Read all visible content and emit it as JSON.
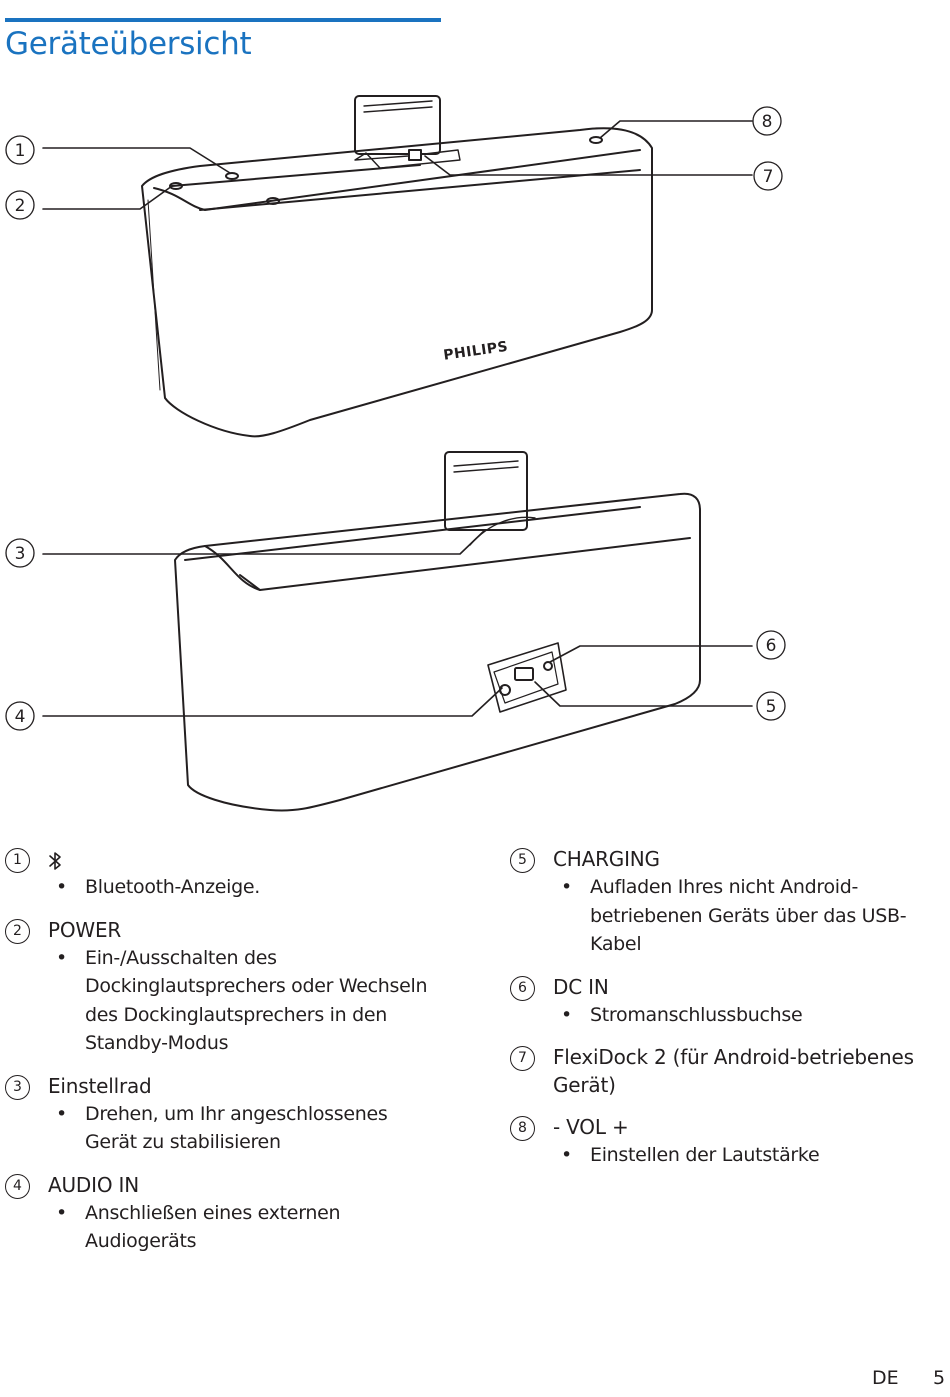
{
  "page": {
    "title": "Geräteübersicht",
    "brand": "PHILIPS",
    "footer_lang": "DE",
    "footer_page": "5"
  },
  "callouts": [
    "1",
    "2",
    "3",
    "4",
    "5",
    "6",
    "7",
    "8"
  ],
  "items": [
    {
      "num": "1",
      "title": "",
      "icon": "bluetooth-icon",
      "bullets": [
        "Bluetooth-Anzeige."
      ]
    },
    {
      "num": "2",
      "title": "POWER",
      "bullets": [
        "Ein-/Ausschalten des Dockinglautsprechers oder Wechseln des Dockinglautsprechers in den Standby-Modus"
      ]
    },
    {
      "num": "3",
      "title": "Einstellrad",
      "bullets": [
        "Drehen, um Ihr angeschlossenes Gerät zu stabilisieren"
      ]
    },
    {
      "num": "4",
      "title": "AUDIO IN",
      "bullets": [
        "Anschließen eines externen Audiogeräts"
      ]
    },
    {
      "num": "5",
      "title": "CHARGING",
      "bullets": [
        "Aufladen Ihres nicht Android-betriebenen Geräts über das USB-Kabel"
      ]
    },
    {
      "num": "6",
      "title": "DC IN",
      "bullets": [
        "Stromanschlussbuchse"
      ]
    },
    {
      "num": "7",
      "title": "FlexiDock 2 (für Android-betriebenes Gerät)",
      "bullets": []
    },
    {
      "num": "8",
      "title": "- VOL +",
      "bullets": [
        "Einstellen der Lautstärke"
      ]
    }
  ],
  "colors": {
    "accent": "#1a73c0",
    "text": "#231f20"
  }
}
